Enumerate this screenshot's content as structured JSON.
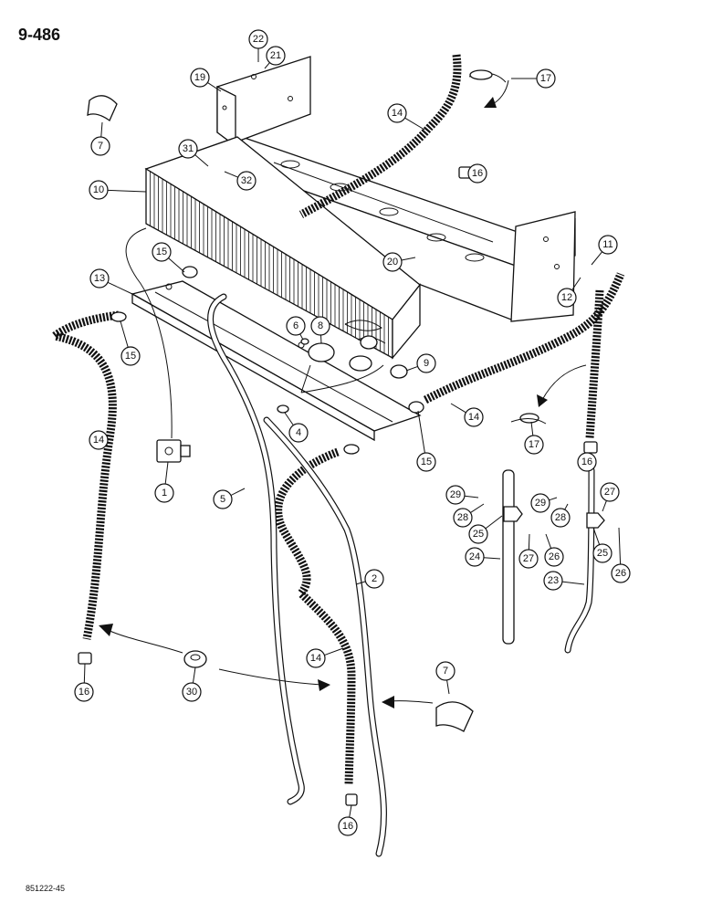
{
  "page_number": "9-486",
  "figure_code": "851222-45",
  "callouts": [
    "1",
    "2",
    "4",
    "5",
    "6",
    "7",
    "8",
    "9",
    "10",
    "11",
    "12",
    "13",
    "14",
    "15",
    "16",
    "17",
    "19",
    "20",
    "21",
    "22",
    "23",
    "24",
    "25",
    "26",
    "27",
    "28",
    "29",
    "30",
    "31",
    "32"
  ],
  "icons": [
    "evaporator-core",
    "mounting-bracket",
    "drain-pan",
    "heater-hose",
    "water-valve",
    "thermostat-switch",
    "hose-clamp",
    "hose-grommet",
    "cable-tie",
    "support-rod"
  ]
}
